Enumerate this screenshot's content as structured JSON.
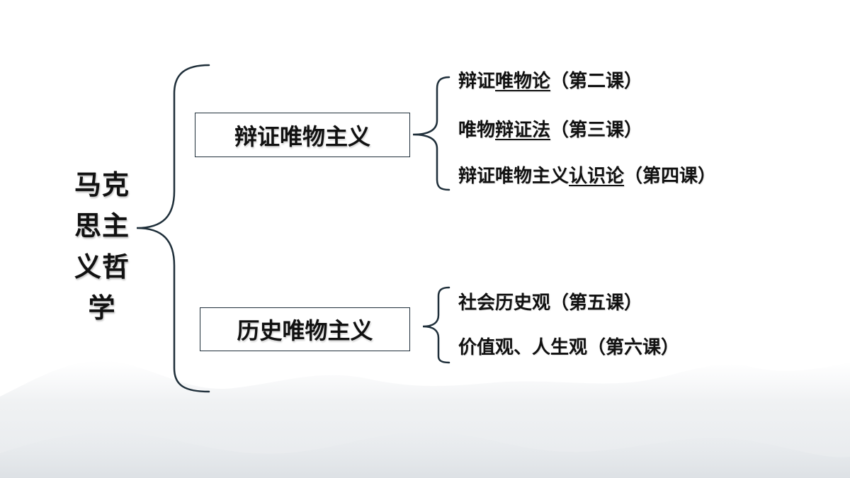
{
  "root": {
    "title": "马克思主义哲学"
  },
  "branches": [
    {
      "label": "辩证唯物主义",
      "children": [
        {
          "pre": "辩证",
          "ul": "唯物论",
          "post": "（第二课）"
        },
        {
          "pre": "唯物",
          "ul": "辩证法",
          "post": "（第三课）"
        },
        {
          "pre": "辩证唯物主义",
          "ul": "认识论",
          "post": "（第四课）"
        }
      ]
    },
    {
      "label": "历史唯物主义",
      "children": [
        {
          "pre": "社会历史观（第五课）",
          "ul": "",
          "post": ""
        },
        {
          "pre": "价值观、人生观（第六课）",
          "ul": "",
          "post": ""
        }
      ]
    }
  ],
  "colors": {
    "line": "#1f2f3a",
    "text": "#111111",
    "mountain_light": "#eef0f2",
    "mountain_mid": "#e3e6e9"
  }
}
